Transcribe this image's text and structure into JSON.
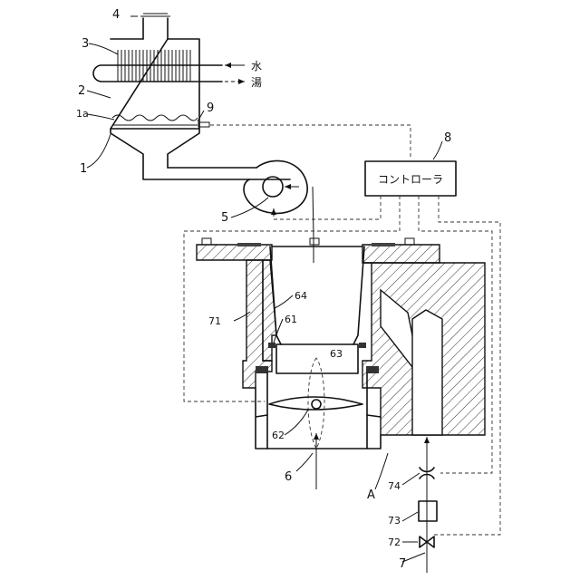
{
  "labels": {
    "ref_1": "1",
    "ref_1a": "1a",
    "ref_2": "2",
    "ref_3": "3",
    "ref_4": "4",
    "ref_5": "5",
    "ref_6": "6",
    "ref_7": "7",
    "ref_8": "8",
    "ref_9": "9",
    "ref_61": "61",
    "ref_62": "62",
    "ref_63": "63",
    "ref_64": "64",
    "ref_71": "71",
    "ref_72": "72",
    "ref_73": "73",
    "ref_74": "74",
    "ref_A": "A",
    "water": "水",
    "hot_water": "湯",
    "controller": "コントローラ"
  }
}
